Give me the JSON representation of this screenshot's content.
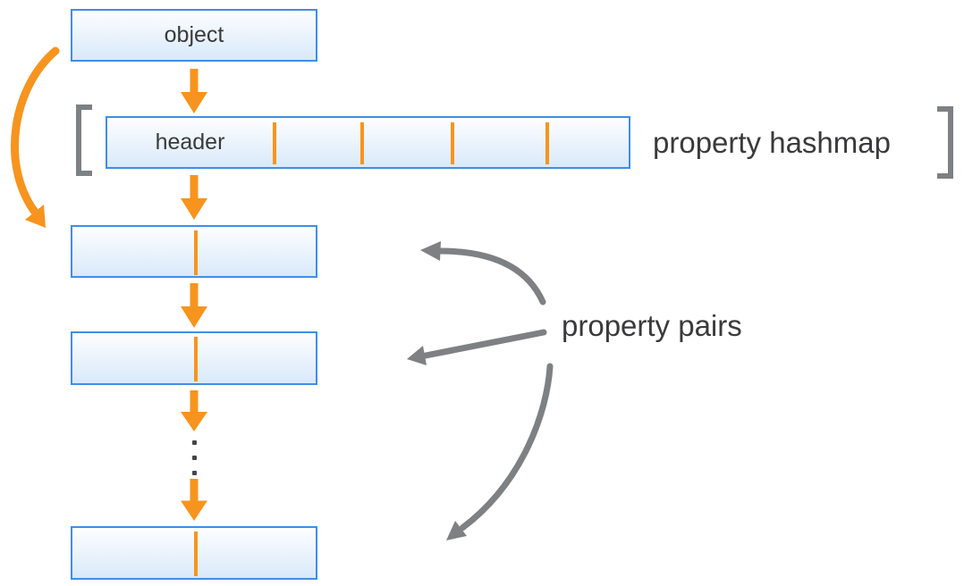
{
  "diagram": {
    "object_label": "object",
    "header_label": "header",
    "hashmap_label": "property hashmap",
    "pairs_label": "property pairs",
    "hashmap_slot_divider_count": 4,
    "ellipsis_dot_count": 3
  },
  "colors": {
    "accent_orange": "#F7941E",
    "box_border_blue": "#3E8EEA",
    "box_fill_top": "#FDFEFF",
    "box_fill_bottom": "#D9E9FA",
    "annotation_gray": "#7D8184",
    "text_dark": "#3A3A3C"
  }
}
